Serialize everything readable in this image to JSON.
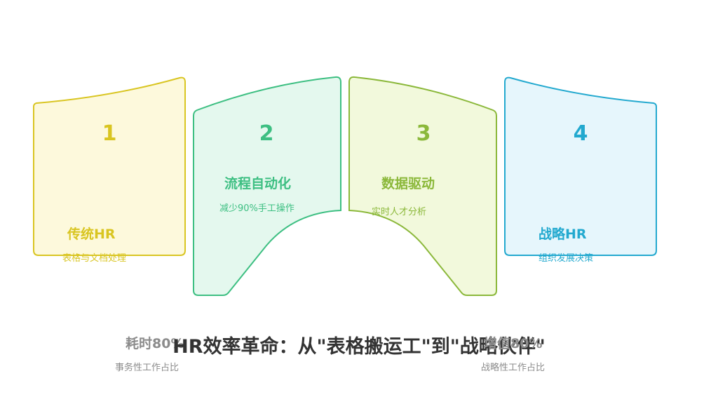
{
  "title": "HR效率革命：从\"表格搬运工\"到\"战略伙伴\"",
  "stages": [
    {
      "number": "1",
      "title": "传统HR",
      "subtitle": "表格与文档处理",
      "color": "#d9c521",
      "fill": "#fdf9dc"
    },
    {
      "number": "2",
      "title": "流程自动化",
      "subtitle": "减少90%手工操作",
      "color": "#3dbf82",
      "fill": "#e4f8ee"
    },
    {
      "number": "3",
      "title": "数据驱动",
      "subtitle": "实时人才分析",
      "color": "#8bb83a",
      "fill": "#f2f9dc"
    },
    {
      "number": "4",
      "title": "战略HR",
      "subtitle": "组织发展决策",
      "color": "#23a9cf",
      "fill": "#e6f6fc"
    }
  ],
  "metrics": [
    {
      "value": "耗时80%",
      "label": "事务性工作占比"
    },
    {
      "value": "增值80%",
      "label": "战略性工作占比"
    }
  ]
}
